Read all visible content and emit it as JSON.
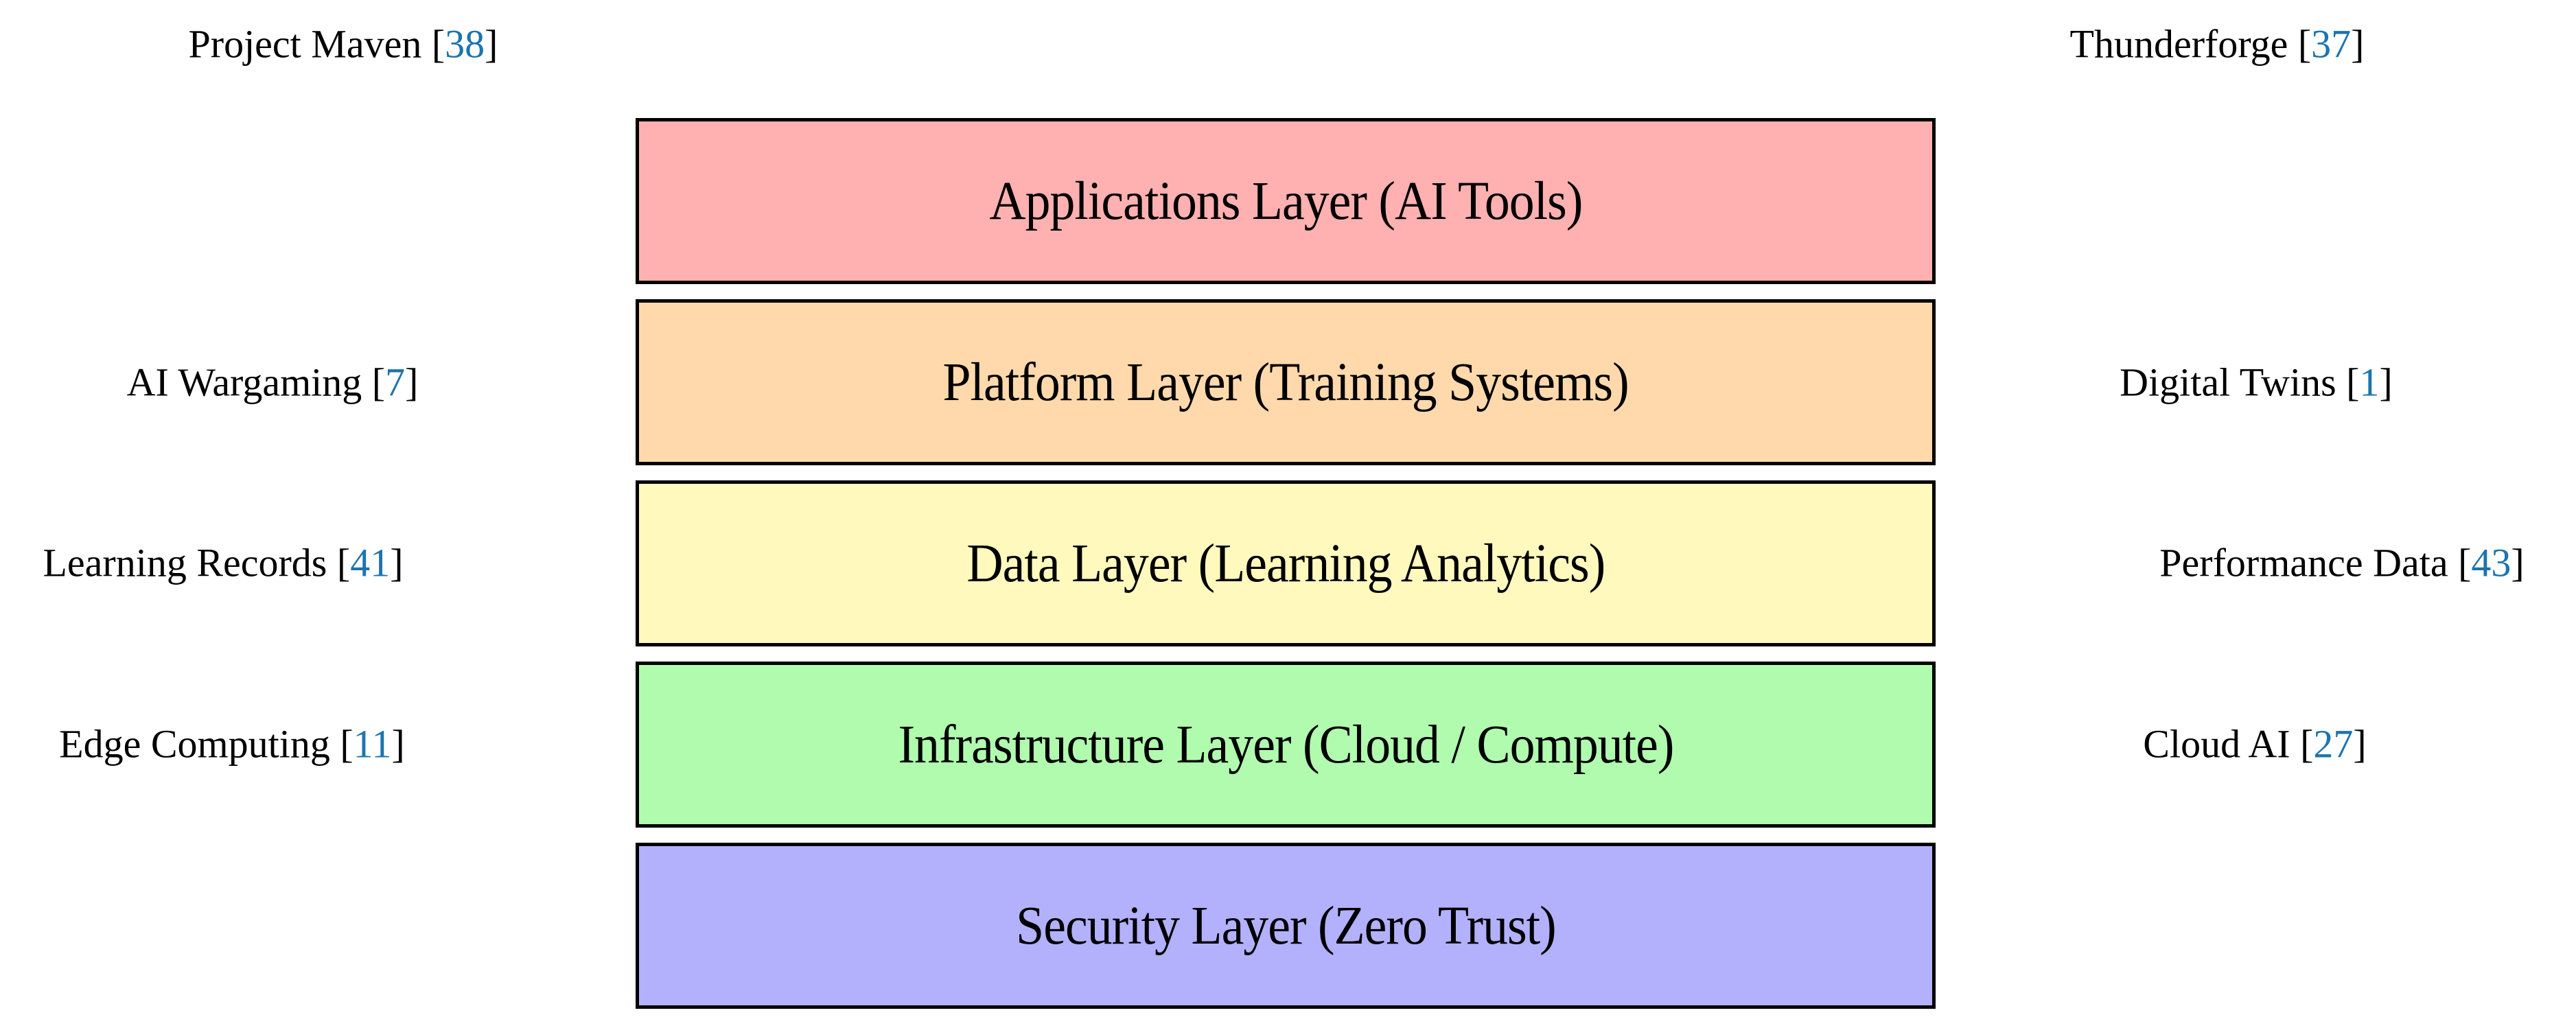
{
  "figure": {
    "title": "layered-architecture-diagram",
    "background_color": "#ffffff",
    "border_color": "#000000",
    "text_color": "#000000",
    "citation_color": "#1B74AF",
    "layers": [
      {
        "label": "Applications Layer (AI Tools)",
        "fill": "#FFB1B1"
      },
      {
        "label": "Platform Layer (Training Systems)",
        "fill": "#FFD9AC"
      },
      {
        "label": "Data Layer (Learning Analytics)",
        "fill": "#FFF9BE"
      },
      {
        "label": "Infrastructure Layer (Cloud / Compute)",
        "fill": "#B1FBAF"
      },
      {
        "label": "Security Layer (Zero Trust)",
        "fill": "#B3B1FC"
      }
    ],
    "annotations": {
      "left": [
        {
          "prefix": "Project Maven [",
          "number": "38",
          "suffix": "]"
        },
        {
          "prefix": "AI Wargaming [",
          "number": "7",
          "suffix": "]"
        },
        {
          "prefix": "Learning Records [",
          "number": "41",
          "suffix": "]"
        },
        {
          "prefix": "Edge Computing [",
          "number": "11",
          "suffix": "]"
        }
      ],
      "right": [
        {
          "prefix": "Thunderforge [",
          "number": "37",
          "suffix": "]"
        },
        {
          "prefix": "Digital Twins [",
          "number": "1",
          "suffix": "]"
        },
        {
          "prefix": "Performance Data [",
          "number": "43",
          "suffix": "]"
        },
        {
          "prefix": "Cloud AI [",
          "number": "27",
          "suffix": "]"
        }
      ]
    }
  }
}
